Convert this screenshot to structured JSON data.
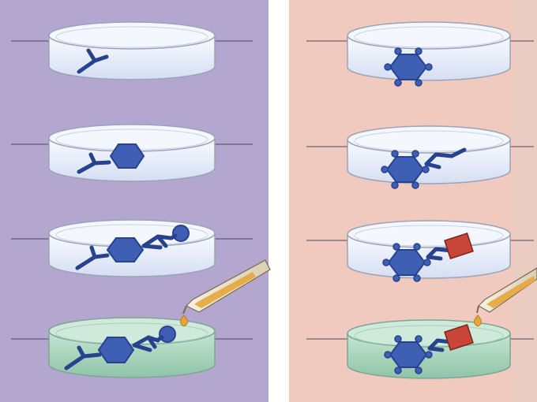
{
  "colors": {
    "left_panel": "#b3a7d0",
    "right_panel": "#f0c9bf",
    "gap": "#ffffff",
    "molecule": "#3f5fb5",
    "molecule_stroke": "#27428e",
    "dish_glass": "#eef3fb",
    "dish_rim": "#dfe7f5",
    "liquid_green": "#a9d7bf",
    "enzyme_substrate": "#c8453a",
    "dropper_liquid": "#e6a63a"
  },
  "panels": [
    {
      "id": "left",
      "stages": [
        {
          "step": 1,
          "parts": [
            "antibody"
          ],
          "liquid": false,
          "dropper": false
        },
        {
          "step": 2,
          "parts": [
            "antibody",
            "antigen"
          ],
          "liquid": false,
          "dropper": false
        },
        {
          "step": 3,
          "parts": [
            "antibody",
            "antigen",
            "enzyme-antibody"
          ],
          "liquid": false,
          "dropper": false
        },
        {
          "step": 4,
          "parts": [
            "antibody",
            "antigen",
            "enzyme-antibody"
          ],
          "liquid": true,
          "dropper": true
        }
      ]
    },
    {
      "id": "right",
      "stages": [
        {
          "step": 1,
          "parts": [
            "antigen"
          ],
          "liquid": false,
          "dropper": false
        },
        {
          "step": 2,
          "parts": [
            "antigen",
            "antibody"
          ],
          "liquid": false,
          "dropper": false
        },
        {
          "step": 3,
          "parts": [
            "antigen",
            "antibody",
            "enzyme-tag"
          ],
          "liquid": false,
          "dropper": false
        },
        {
          "step": 4,
          "parts": [
            "antigen",
            "antibody",
            "enzyme-tag"
          ],
          "liquid": true,
          "dropper": true
        }
      ]
    }
  ]
}
